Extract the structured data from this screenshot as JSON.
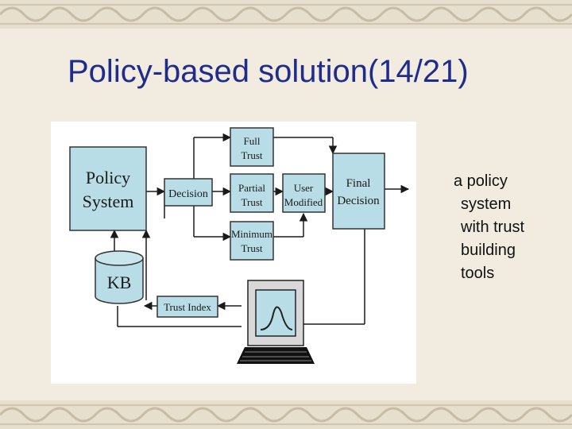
{
  "slide": {
    "title": "Policy-based solution(14/21)",
    "caption_lines": [
      "a policy",
      "system",
      "with trust",
      "building",
      "tools"
    ]
  },
  "diagram": {
    "policy_system": [
      "Policy",
      "System"
    ],
    "decision": "Decision",
    "full_trust": [
      "Full",
      "Trust"
    ],
    "partial_trust": [
      "Partial",
      "Trust"
    ],
    "minimum_trust": [
      "Minimum",
      "Trust"
    ],
    "user_modified": [
      "User",
      "Modified"
    ],
    "final_decision": [
      "Final",
      "Decision"
    ],
    "kb": "KB",
    "trust_index": "Trust Index"
  },
  "colors": {
    "box_fill": "#b8dde6",
    "title": "#1f2c8c",
    "border": "#e7dfcd",
    "pattern": "#c7bca6"
  }
}
